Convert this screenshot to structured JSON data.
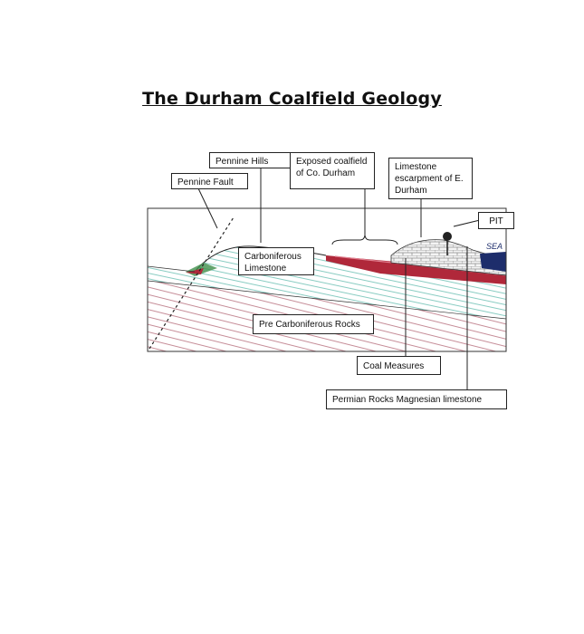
{
  "title": "The Durham Coalfield Geology",
  "labels": {
    "pennine_hills": "Pennine Hills",
    "pennine_fault": "Pennine Fault",
    "exposed_coalfield": "Exposed coalfield of Co. Durham",
    "limestone_escarpment": "Limestone escarpment of E. Durham",
    "pit": "PIT",
    "sea": "SEA",
    "carboniferous_limestone": "Carboniferous Limestone",
    "pre_carboniferous": "Pre Carboniferous Rocks",
    "coal_measures": "Coal Measures",
    "permian_rocks": "Permian Rocks Magnesian limestone"
  },
  "colors": {
    "pre_carboniferous_hatch": "#c0808c",
    "carboniferous_limestone_hatch": "#6bbfb3",
    "coal_measures": "#b0283a",
    "permian_limestone": "#d8d8d8",
    "sea": "#1d2d6b",
    "fault_line": "#222222"
  }
}
